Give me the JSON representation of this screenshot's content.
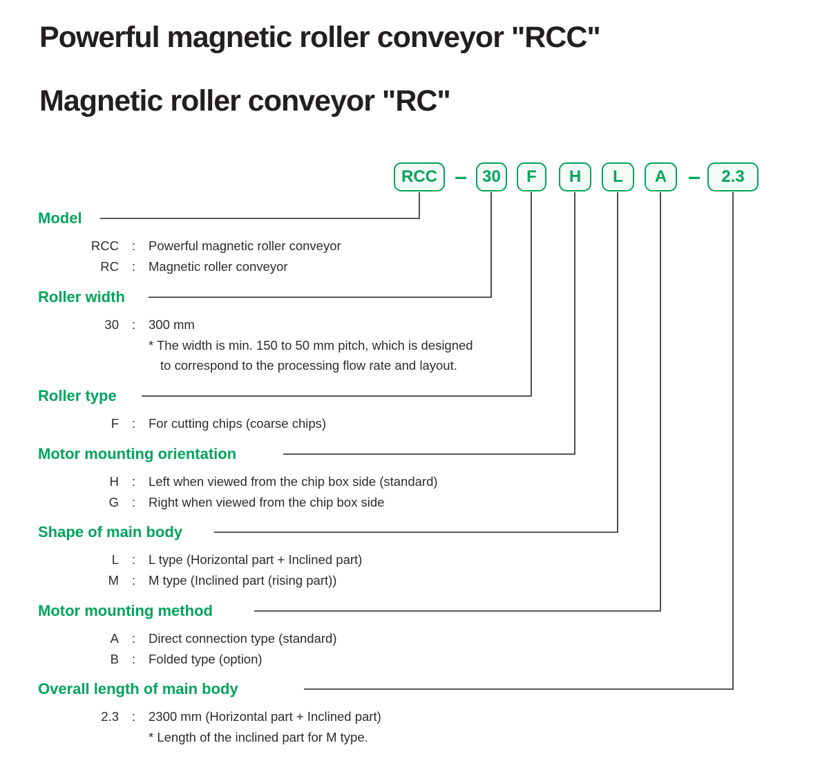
{
  "titles": {
    "line1": "Powerful magnetic roller conveyor \"RCC\"",
    "line2": "Magnetic roller conveyor \"RC\""
  },
  "colors": {
    "accent_green": "#00a45c",
    "text": "#231f20",
    "line": "#231f20"
  },
  "code_row": {
    "separator": "–",
    "segments": [
      "RCC",
      "30",
      "F",
      "H",
      "L",
      "A",
      "2.3"
    ]
  },
  "punct": {
    "colon": ":"
  },
  "sections": [
    {
      "heading": "Model",
      "entries": [
        {
          "code": "RCC",
          "desc": "Powerful magnetic roller conveyor"
        },
        {
          "code": "RC",
          "desc": "Magnetic roller conveyor"
        }
      ]
    },
    {
      "heading": "Roller width",
      "entries": [
        {
          "code": "30",
          "desc": "300 mm"
        }
      ],
      "notes": [
        "* The width is min. 150 to 50 mm pitch, which is designed",
        "to correspond to the processing flow rate and layout."
      ]
    },
    {
      "heading": "Roller type",
      "entries": [
        {
          "code": "F",
          "desc": "For cutting chips (coarse chips)"
        }
      ]
    },
    {
      "heading": "Motor mounting orientation",
      "entries": [
        {
          "code": "H",
          "desc": "Left when viewed from the chip box side (standard)"
        },
        {
          "code": "G",
          "desc": "Right when viewed from the chip box side"
        }
      ]
    },
    {
      "heading": "Shape of main body",
      "entries": [
        {
          "code": "L",
          "desc": "L type (Horizontal part + Inclined part)"
        },
        {
          "code": "M",
          "desc": "M type (Inclined part (rising part))"
        }
      ]
    },
    {
      "heading": "Motor mounting method",
      "entries": [
        {
          "code": "A",
          "desc": "Direct connection type (standard)"
        },
        {
          "code": "B",
          "desc": "Folded type (option)"
        }
      ]
    },
    {
      "heading": "Overall length of main body",
      "entries": [
        {
          "code": "2.3",
          "desc": "2300 mm (Horizontal part + Inclined part)"
        }
      ],
      "notes": [
        "* Length of the inclined part for M type."
      ]
    }
  ]
}
